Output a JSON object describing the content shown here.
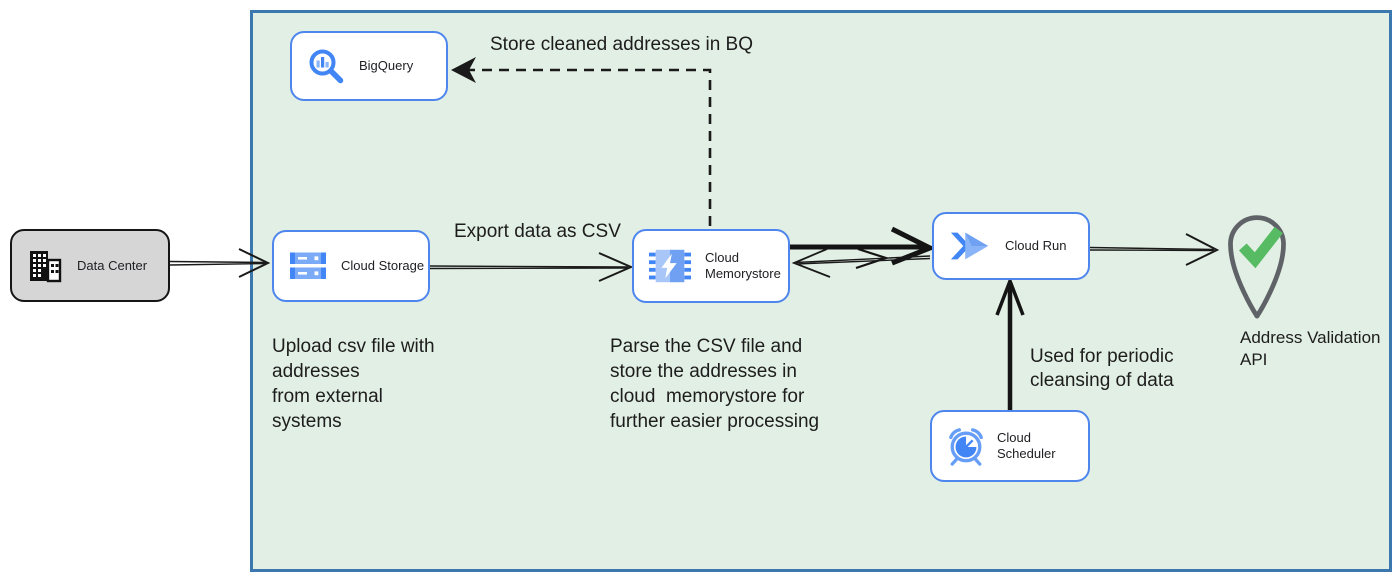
{
  "nodes": {
    "data_center": {
      "label": "Data Center"
    },
    "bigquery": {
      "label": "BigQuery"
    },
    "cloud_storage": {
      "label": "Cloud Storage"
    },
    "cloud_memorystore": {
      "label": "Cloud Memorystore"
    },
    "cloud_run": {
      "label": "Cloud Run"
    },
    "cloud_scheduler": {
      "label": "Cloud Scheduler"
    },
    "address_validation_api": {
      "label": "Address Validation\nAPI"
    }
  },
  "edge_labels": {
    "store_cleaned": "Store cleaned addresses in BQ",
    "export_csv": "Export data as CSV",
    "periodic_cleansing": "Used for periodic\ncleansing of data"
  },
  "notes": {
    "upload": "Upload csv file with\naddresses\nfrom external\nsystems",
    "parse": "Parse the CSV file and\nstore the addresses in\ncloud  memorystore for\nfurther easier processing"
  },
  "colors": {
    "container_fill": "#e2efe4",
    "container_border": "#3c78b0",
    "node_border": "#4e86ee",
    "google_blue": "#4285f4",
    "google_blue_light": "#8ab4f8",
    "google_blue_pale": "#a9c6f9",
    "data_center_fill": "#d6d6d6",
    "check_green": "#57bb63",
    "pin_gray": "#5f6368",
    "arrow_black": "#1a1a1a"
  }
}
